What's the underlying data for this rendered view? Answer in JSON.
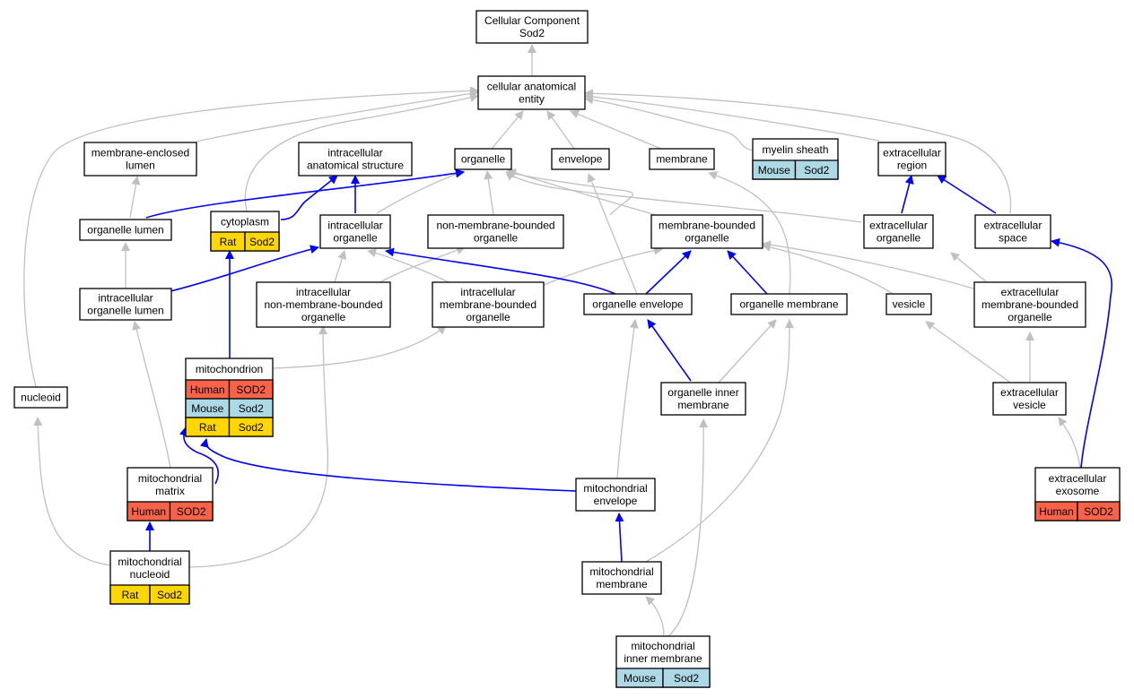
{
  "colors": {
    "gray_edge": "#c0c0c0",
    "blue_edge": "#0000ff",
    "Human": "#fa6348",
    "Mouse": "#add8e6",
    "Rat": "#ffd700"
  },
  "nodes": {
    "root": {
      "lines": [
        "Cellular Component",
        "Sod2"
      ]
    },
    "cae": {
      "lines": [
        "cellular anatomical",
        "entity"
      ]
    },
    "mel": {
      "lines": [
        "membrane-enclosed",
        "lumen"
      ]
    },
    "ias": {
      "lines": [
        "intracellular",
        "anatomical structure"
      ]
    },
    "organelle": {
      "lines": [
        "organelle"
      ]
    },
    "envelope": {
      "lines": [
        "envelope"
      ]
    },
    "membrane": {
      "lines": [
        "membrane"
      ]
    },
    "myelin": {
      "lines": [
        "myelin sheath"
      ],
      "species": [
        {
          "sp": "Mouse",
          "gene": "Sod2"
        }
      ]
    },
    "exreg": {
      "lines": [
        "extracellular",
        "region"
      ]
    },
    "orglumen": {
      "lines": [
        "organelle lumen"
      ]
    },
    "cyto": {
      "lines": [
        "cytoplasm"
      ],
      "species": [
        {
          "sp": "Rat",
          "gene": "Sod2"
        }
      ]
    },
    "intorg": {
      "lines": [
        "intracellular",
        "organelle"
      ]
    },
    "nmbo": {
      "lines": [
        "non-membrane-bounded",
        "organelle"
      ]
    },
    "mbo": {
      "lines": [
        "membrane-bounded",
        "organelle"
      ]
    },
    "exorg": {
      "lines": [
        "extracellular",
        "organelle"
      ]
    },
    "exspace": {
      "lines": [
        "extracellular",
        "space"
      ]
    },
    "iol": {
      "lines": [
        "intracellular",
        "organelle lumen"
      ]
    },
    "inmbo": {
      "lines": [
        "intracellular",
        "non-membrane-bounded",
        "organelle"
      ]
    },
    "imbo": {
      "lines": [
        "intracellular",
        "membrane-bounded",
        "organelle"
      ]
    },
    "orgenv": {
      "lines": [
        "organelle envelope"
      ]
    },
    "orgmem": {
      "lines": [
        "organelle membrane"
      ]
    },
    "vesicle": {
      "lines": [
        "vesicle"
      ]
    },
    "exmbo": {
      "lines": [
        "extracellular",
        "membrane-bounded",
        "organelle"
      ]
    },
    "mito": {
      "lines": [
        "mitochondrion"
      ],
      "species": [
        {
          "sp": "Human",
          "gene": "SOD2"
        },
        {
          "sp": "Mouse",
          "gene": "Sod2"
        },
        {
          "sp": "Rat",
          "gene": "Sod2"
        }
      ]
    },
    "nucleoid": {
      "lines": [
        "nucleoid"
      ]
    },
    "oim": {
      "lines": [
        "organelle inner",
        "membrane"
      ]
    },
    "exves": {
      "lines": [
        "extracellular",
        "vesicle"
      ]
    },
    "mmatrix": {
      "lines": [
        "mitochondrial",
        "matrix"
      ],
      "species": [
        {
          "sp": "Human",
          "gene": "SOD2"
        }
      ]
    },
    "menv": {
      "lines": [
        "mitochondrial",
        "envelope"
      ]
    },
    "exo": {
      "lines": [
        "extracellular",
        "exosome"
      ],
      "species": [
        {
          "sp": "Human",
          "gene": "SOD2"
        }
      ]
    },
    "mnuc": {
      "lines": [
        "mitochondrial",
        "nucleoid"
      ],
      "species": [
        {
          "sp": "Rat",
          "gene": "Sod2"
        }
      ]
    },
    "mmem": {
      "lines": [
        "mitochondrial",
        "membrane"
      ]
    },
    "mim": {
      "lines": [
        "mitochondrial",
        "inner membrane"
      ],
      "species": [
        {
          "sp": "Mouse",
          "gene": "Sod2"
        }
      ]
    }
  }
}
